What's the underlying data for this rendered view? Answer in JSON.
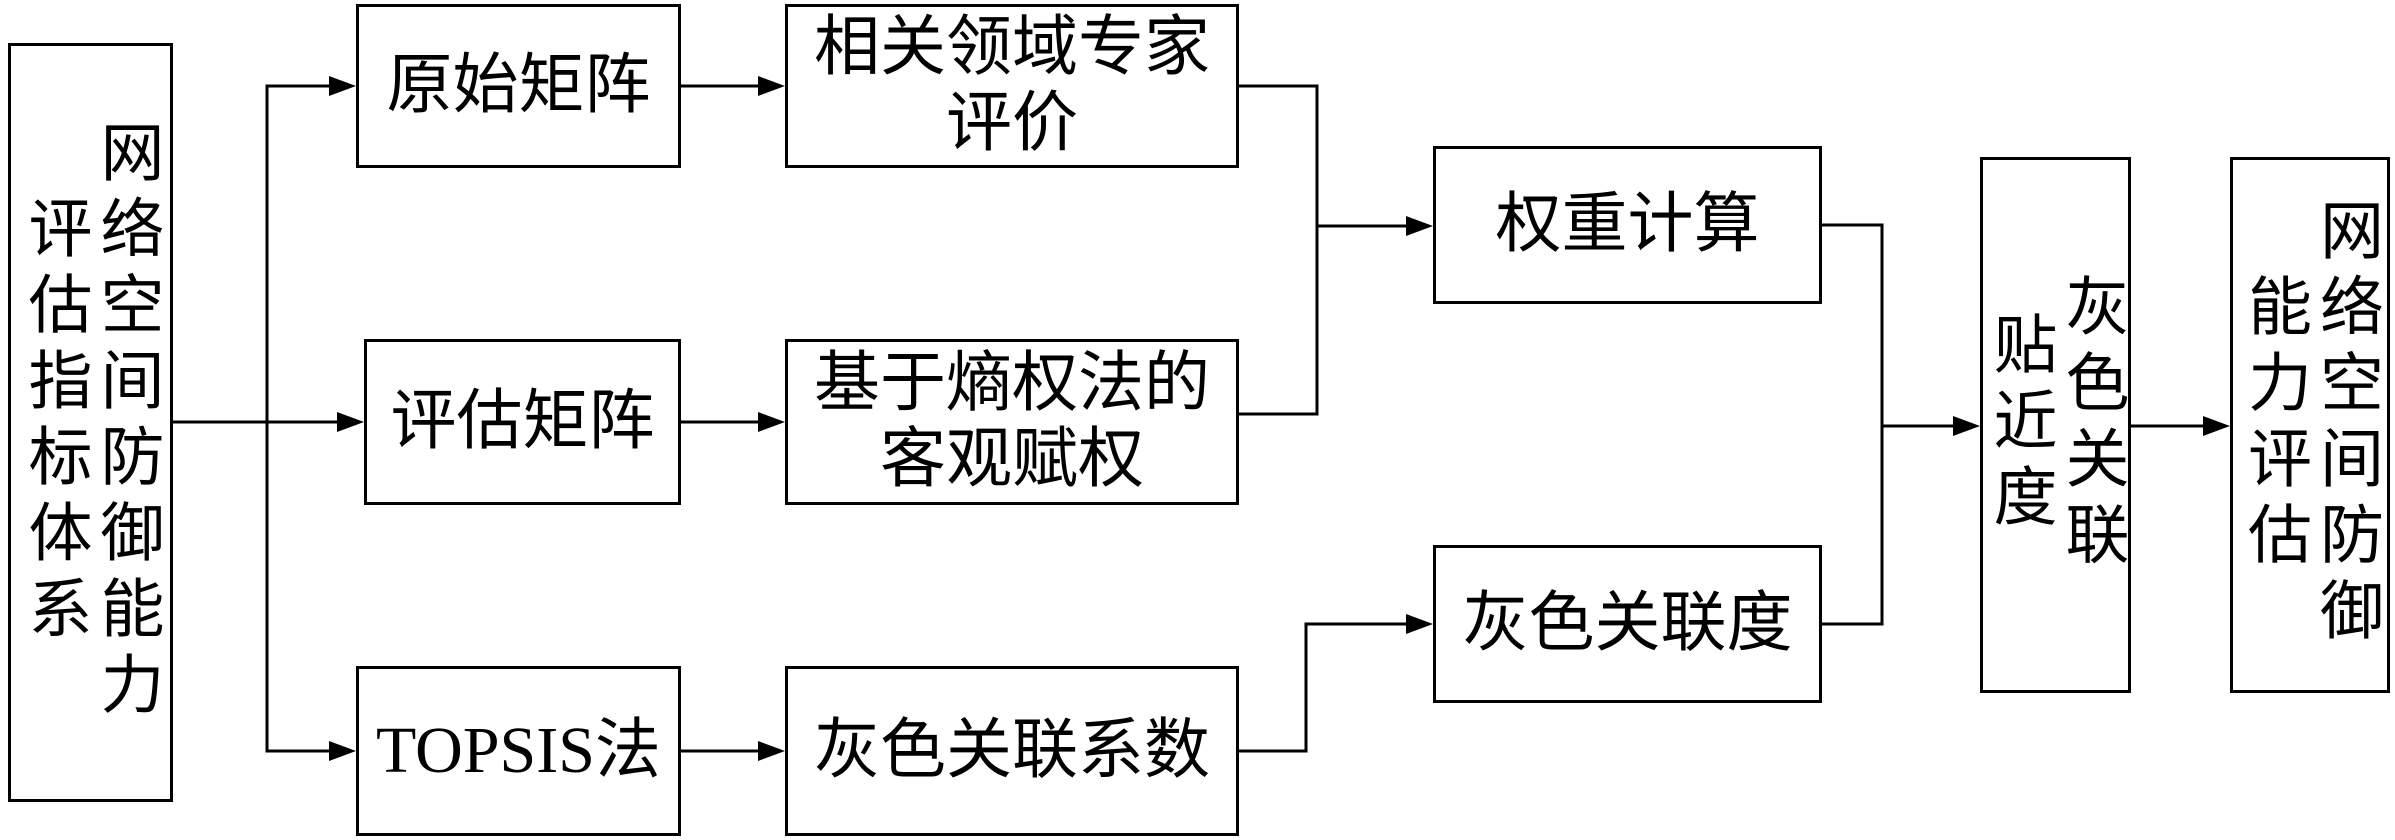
{
  "nodes": {
    "input": {
      "lines": [
        "网络空间防御能力",
        "评估指标体系"
      ]
    },
    "raw_matrix": "原始矩阵",
    "eval_matrix": "评估矩阵",
    "topsis": "TOPSIS法",
    "expert_eval": {
      "lines": [
        "相关领域专家",
        "评价"
      ]
    },
    "entropy_weight": {
      "lines": [
        "基于熵权法的",
        "客观赋权"
      ]
    },
    "grey_coef": "灰色关联系数",
    "weight_calc": "权重计算",
    "grey_degree": "灰色关联度",
    "closeness": {
      "lines": [
        "灰色关联",
        "贴近度"
      ]
    },
    "output": {
      "lines": [
        "网络空间防御",
        "能力评估"
      ]
    }
  },
  "edges": [
    {
      "from": "input",
      "to": "raw_matrix"
    },
    {
      "from": "input",
      "to": "eval_matrix"
    },
    {
      "from": "input",
      "to": "topsis"
    },
    {
      "from": "raw_matrix",
      "to": "expert_eval"
    },
    {
      "from": "eval_matrix",
      "to": "entropy_weight"
    },
    {
      "from": "topsis",
      "to": "grey_coef"
    },
    {
      "from": "expert_eval",
      "to": "weight_calc"
    },
    {
      "from": "entropy_weight",
      "to": "weight_calc"
    },
    {
      "from": "grey_coef",
      "to": "grey_degree"
    },
    {
      "from": "weight_calc",
      "to": "closeness"
    },
    {
      "from": "grey_degree",
      "to": "closeness"
    },
    {
      "from": "closeness",
      "to": "output"
    }
  ],
  "colors": {
    "stroke": "#000000",
    "background": "#ffffff"
  }
}
